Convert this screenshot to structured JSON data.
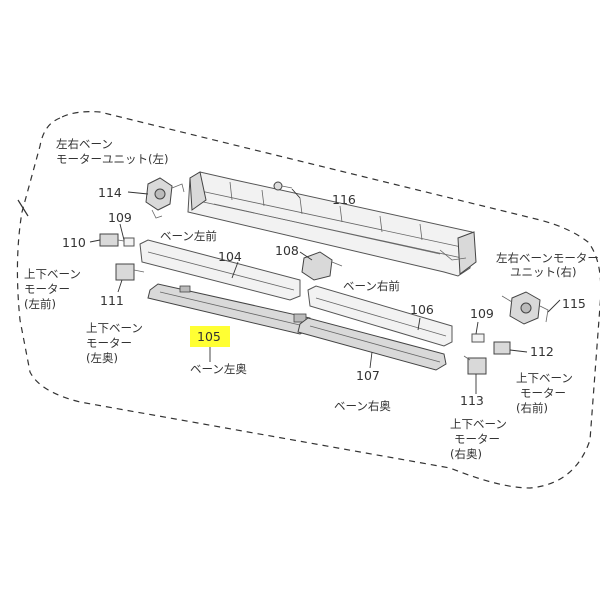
{
  "highlight_color": "#ffff33",
  "parts": {
    "p104": {
      "num": "104",
      "name": "ベーン左前"
    },
    "p105": {
      "num": "105",
      "name": "ベーン左奥"
    },
    "p106": {
      "num": "106",
      "name": "ベーン右前"
    },
    "p107": {
      "num": "107",
      "name": "ベーン右奥"
    },
    "p108": {
      "num": "108"
    },
    "p109a": {
      "num": "109"
    },
    "p109b": {
      "num": "109"
    },
    "p110": {
      "num": "110",
      "name": [
        "上下ベーン",
        "モーター",
        "(左前)"
      ]
    },
    "p111": {
      "num": "111",
      "name": [
        "上下ベーン",
        "モーター",
        "(左奥)"
      ]
    },
    "p112": {
      "num": "112",
      "name": [
        "上下ベーン",
        "モーター",
        "(右前)"
      ]
    },
    "p113": {
      "num": "113",
      "name": [
        "上下ベーン",
        "モーター",
        "(右奥)"
      ]
    },
    "p114": {
      "num": "114",
      "name": [
        "左右ベーン",
        "モーターユニット(左)"
      ]
    },
    "p115": {
      "num": "115",
      "name": [
        "左右ベーンモーター",
        "ユニット(右)"
      ]
    },
    "p116": {
      "num": "116"
    }
  }
}
